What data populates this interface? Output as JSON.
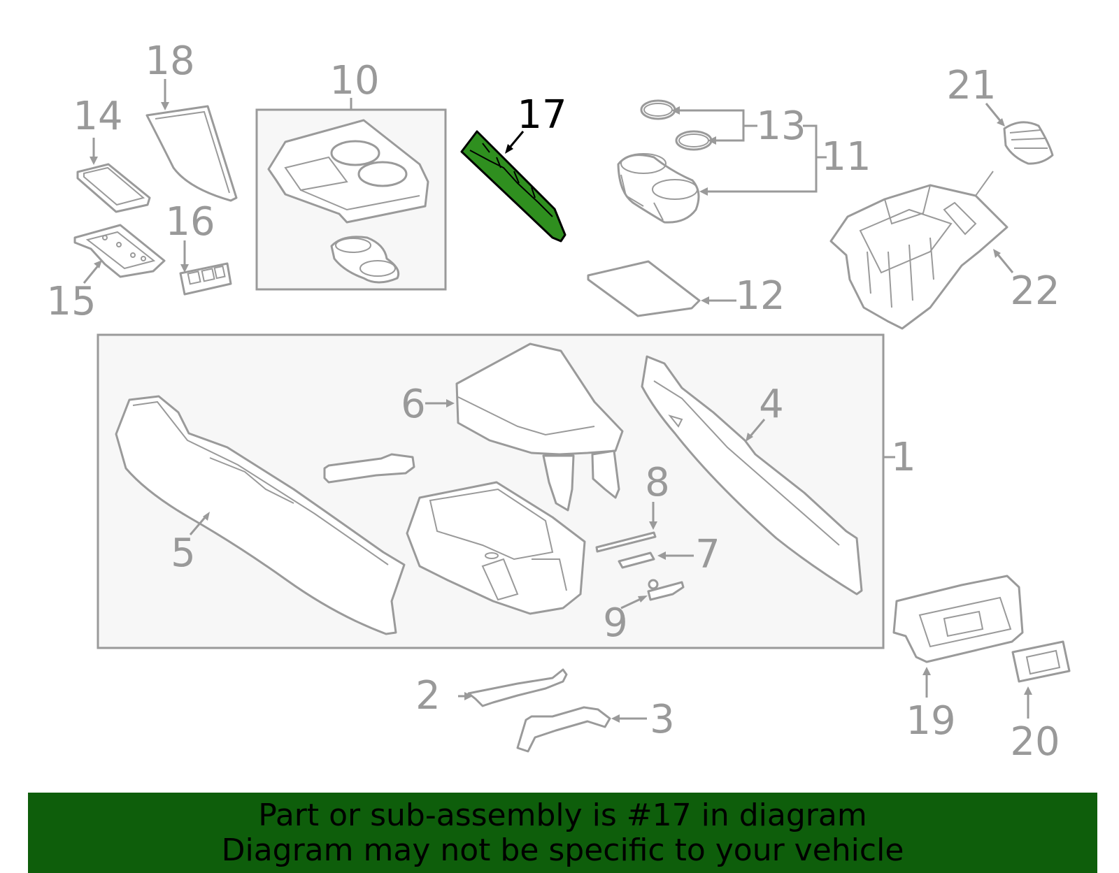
{
  "colors": {
    "part_stroke": "#9a9a9a",
    "highlight_fill": "#2f8f1f",
    "banner_background": "#0e5e0b",
    "banner_text": "#000000",
    "label_default": "#999999",
    "label_highlight": "#000000"
  },
  "callouts": {
    "c1": "1",
    "c2": "2",
    "c3": "3",
    "c4": "4",
    "c5": "5",
    "c6": "6",
    "c7": "7",
    "c8": "8",
    "c9": "9",
    "c10": "10",
    "c11": "11",
    "c12": "12",
    "c13": "13",
    "c14": "14",
    "c15": "15",
    "c16": "16",
    "c17": "17",
    "c18": "18",
    "c19": "19",
    "c20": "20",
    "c21": "21",
    "c22": "22"
  },
  "highlighted_part": "17",
  "banner": {
    "line1": "Part or sub-assembly is #17 in diagram",
    "line2": "Diagram may not be specific to your vehicle"
  }
}
